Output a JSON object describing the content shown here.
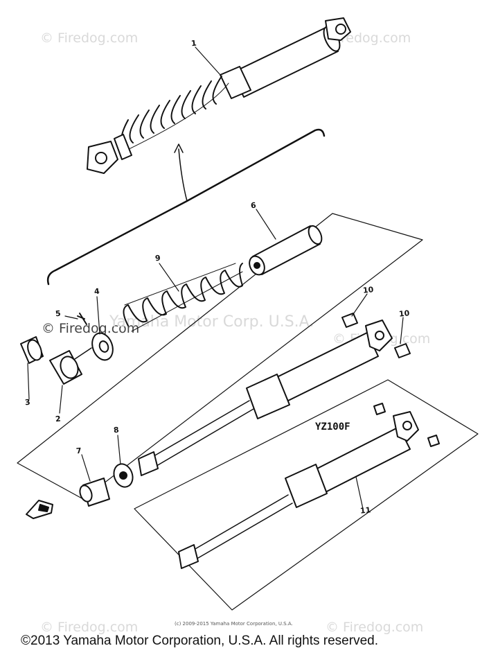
{
  "watermarks": [
    "© Firedog.com",
    "© Firedog.com",
    "© Firedog.com",
    "Yamaha Motor Corp. U.S.A.",
    "© Firedog.com",
    "© Firedog.com",
    "© Firedog.com"
  ],
  "callouts": [
    "1",
    "2",
    "3",
    "4",
    "5",
    "6",
    "7",
    "8",
    "9",
    "10",
    "10",
    "11"
  ],
  "model_label": "YZ100F",
  "small_copyright": "(c) 2009-2015 Yamaha Motor Corporation, U.S.A.",
  "main_copyright": "©2013 Yamaha Motor Corporation, U.S.A. All rights reserved.",
  "colors": {
    "ink": "#111111",
    "watermark": "#d9d9d9",
    "background": "#ffffff"
  }
}
